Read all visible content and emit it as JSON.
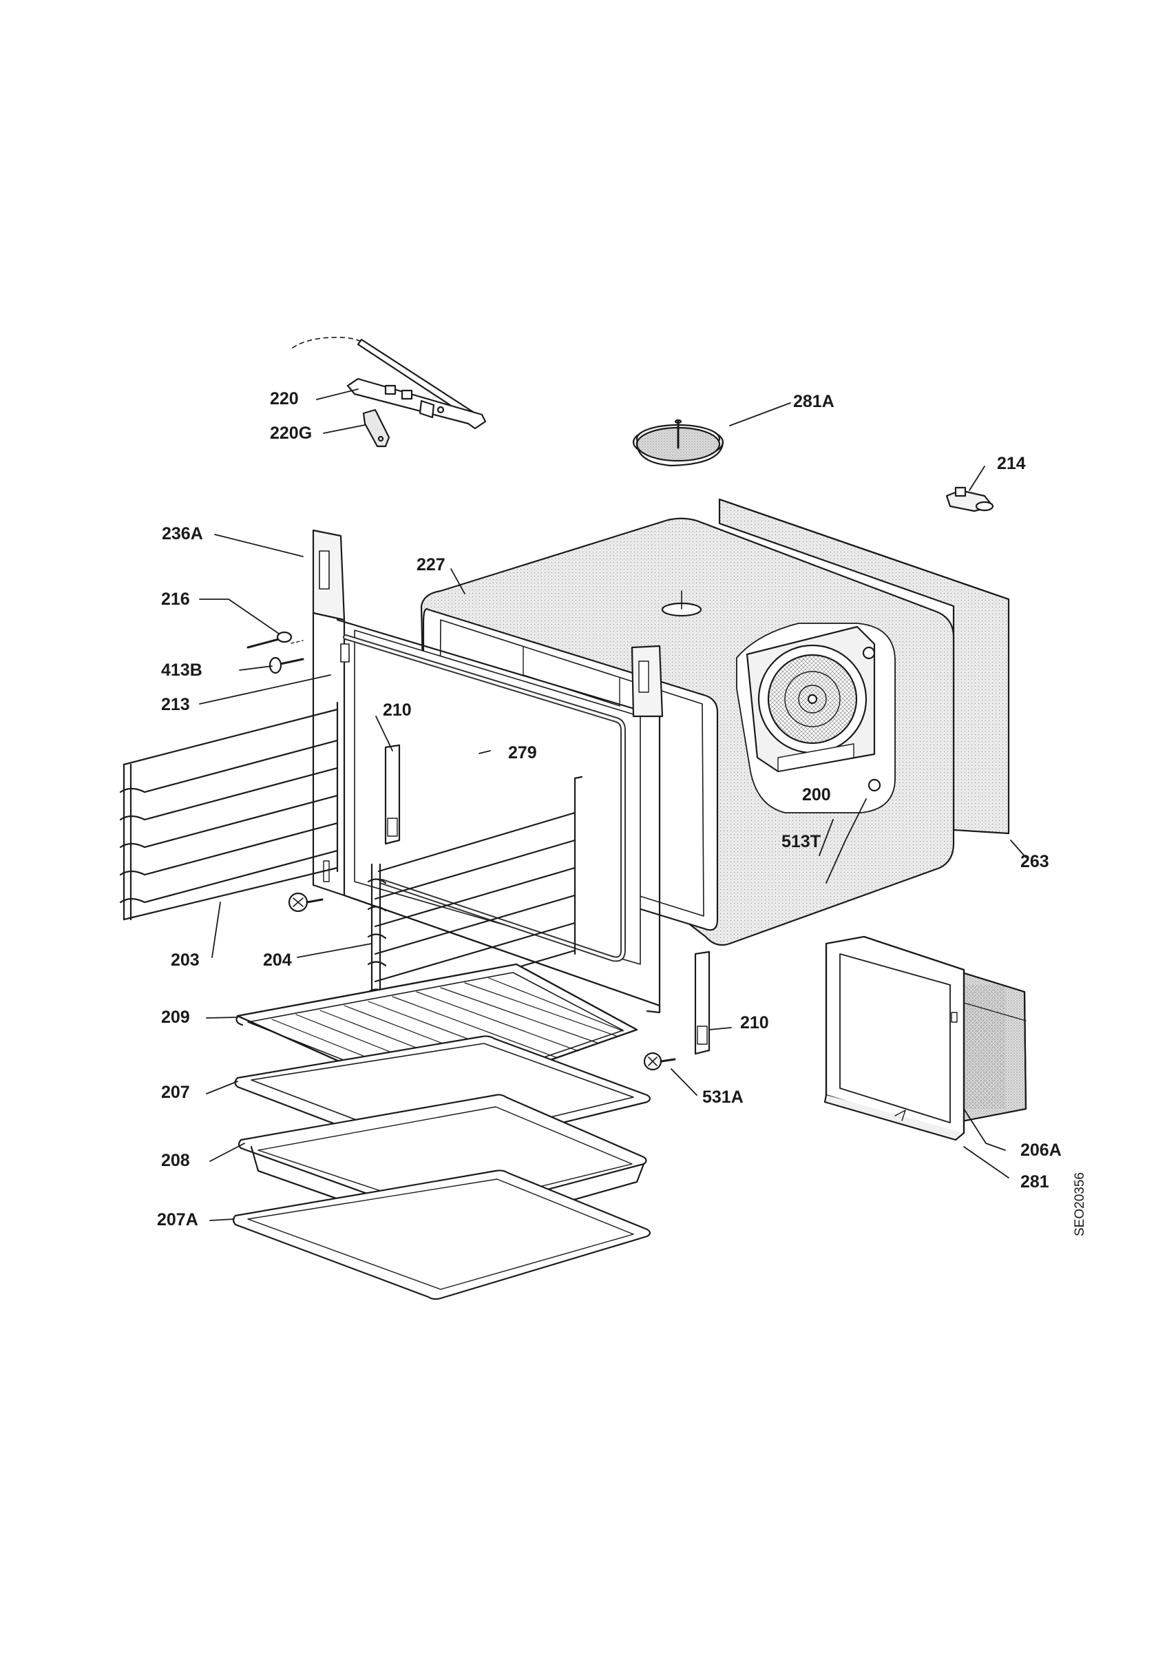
{
  "drawing_code": "SEO20356",
  "callouts": {
    "p220": "220",
    "p220G": "220G",
    "p281A": "281A",
    "p214": "214",
    "p236A": "236A",
    "p227": "227",
    "p216": "216",
    "p413B": "413B",
    "p213": "213",
    "p210a": "210",
    "p279": "279",
    "p200": "200",
    "p513T": "513T",
    "p263": "263",
    "p203": "203",
    "p204": "204",
    "p209": "209",
    "p210b": "210",
    "p531A": "531A",
    "p207": "207",
    "p206A": "206A",
    "p208": "208",
    "p281": "281",
    "p207A": "207A"
  }
}
